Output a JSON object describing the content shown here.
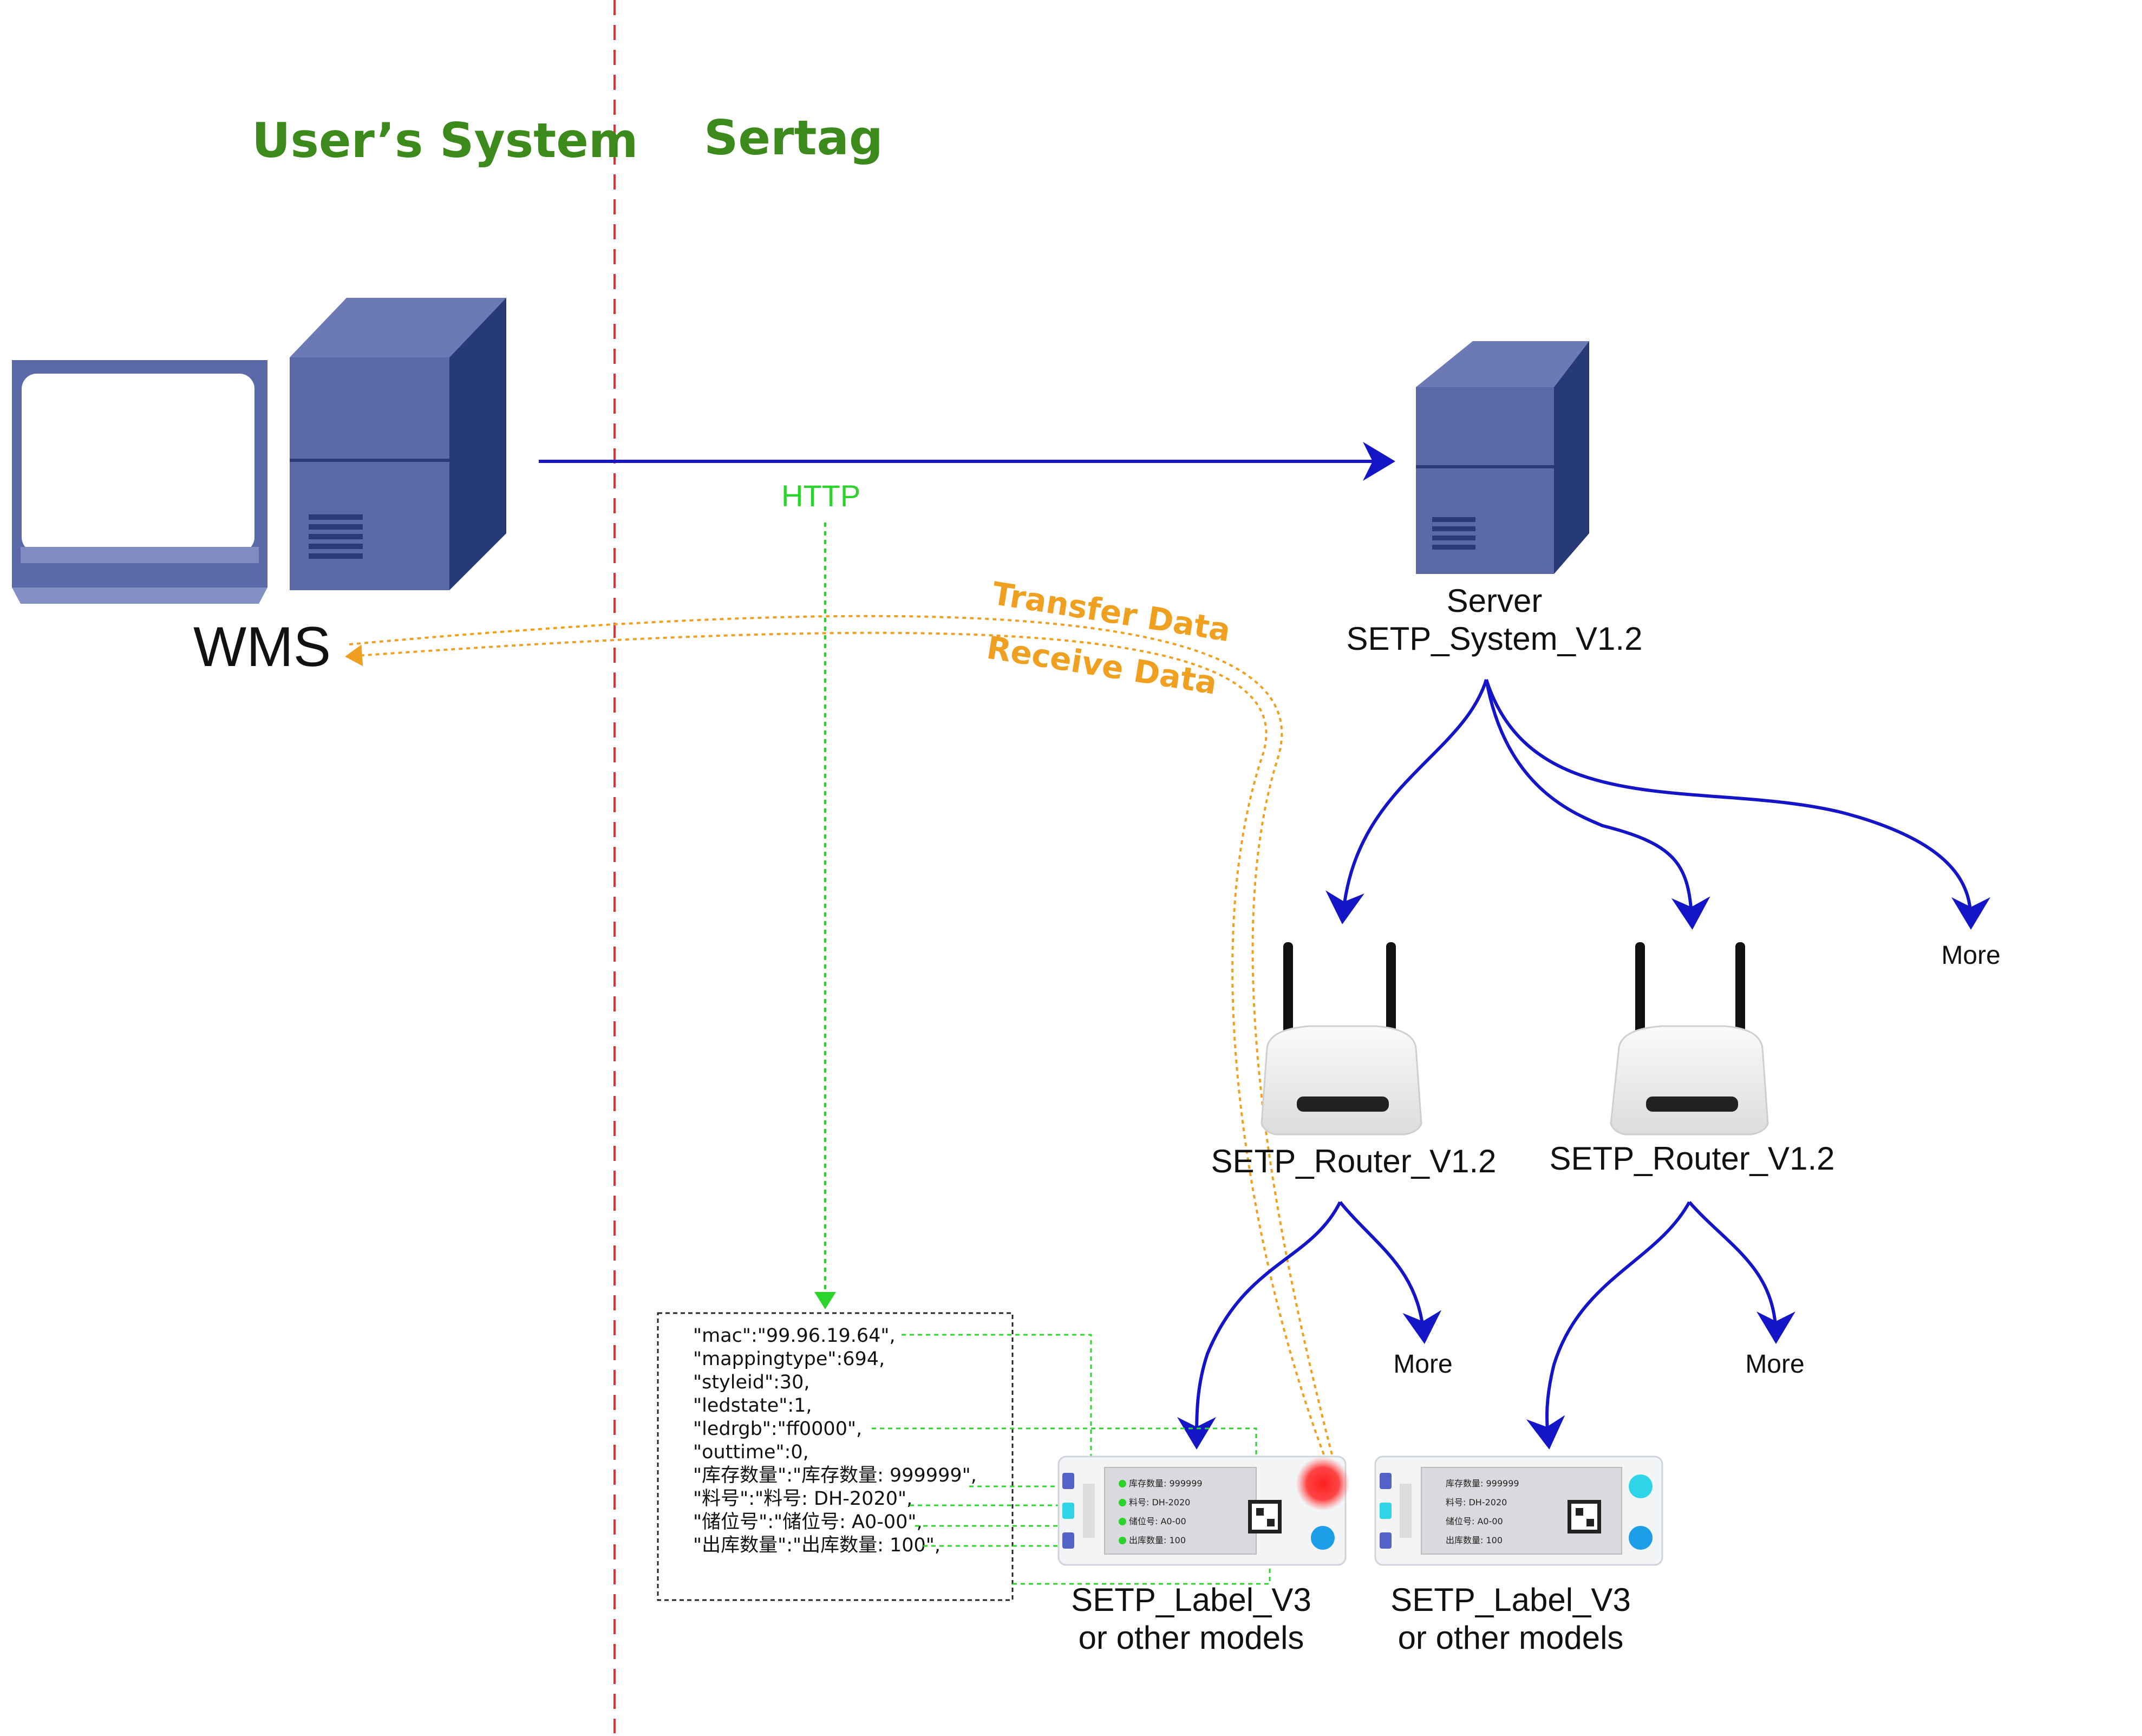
{
  "headers": {
    "users_system": "User’s System",
    "sertag": "Sertag"
  },
  "wms": {
    "label": "WMS"
  },
  "protocol": {
    "label": "HTTP"
  },
  "data_flow": {
    "transfer": "Transfer Data",
    "receive": "Receive Data"
  },
  "server": {
    "line1": "Server",
    "line2": "SETP_System_V1.2"
  },
  "routers": [
    {
      "label": "SETP_Router_V1.2"
    },
    {
      "label": "SETP_Router_V1.2"
    }
  ],
  "more_labels": {
    "server_more": "More",
    "router1_more": "More",
    "router2_more": "More"
  },
  "labels_devices": [
    {
      "line1": "SETP_Label_V3",
      "line2": "or other models"
    },
    {
      "line1": "SETP_Label_V3",
      "line2": "or other models"
    }
  ],
  "json_payload": [
    "\"mac\":\"99.96.19.64\",",
    "\"mappingtype\":694,",
    "\"styleid\":30,",
    "\"ledstate\":1,",
    "\"ledrgb\":\"ff0000\",",
    "\"outtime\":0,",
    "\"库存数量\":\"库存数量: 999999\",",
    "\"料号\":\"料号: DH-2020\",",
    "\"储位号\":\"储位号: A0-00\",",
    "\"出库数量\":\"出库数量: 100\","
  ],
  "tag_screen": {
    "rows": [
      "库存数量: 999999",
      "料号: DH-2020",
      "储位号: A0-00",
      "出库数量: 100"
    ]
  },
  "colors": {
    "header_green": "#3c8a1c",
    "arrow_blue": "#1515c8",
    "http_green": "#2bd32b",
    "data_orange": "#f0a020",
    "divider_red": "#e03030",
    "device_blue": "#5a6aa8"
  }
}
